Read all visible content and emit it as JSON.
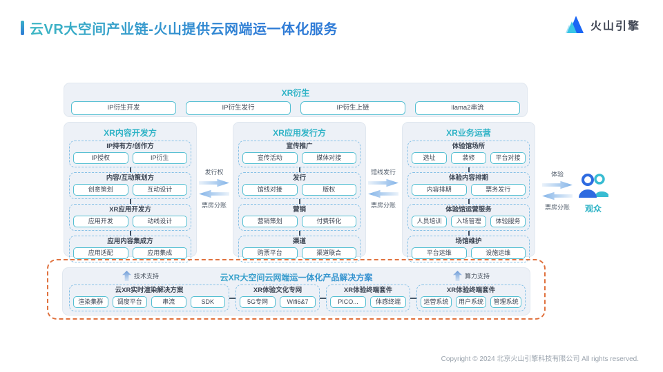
{
  "page": {
    "title": "云VR大空间产业链-火山提供云网端运一体化服务",
    "copyright": "Copyright © 2024 北京火山引擎科技有限公司 All rights reserved."
  },
  "logo": {
    "text": "火山引擎"
  },
  "colors": {
    "accent_teal": "#2fb3c6",
    "accent_blue": "#2e7bd6",
    "brand_blue": "#1a66f4",
    "dashed_orange": "#e0713d"
  },
  "derivative": {
    "title": "XR衍生",
    "items": [
      "IP衍生开发",
      "IP衍生发行",
      "IP衍生上链",
      "llama2串流"
    ]
  },
  "columns": [
    {
      "title": "XR内容开发方",
      "groups": [
        {
          "title": "IP持有方/创作方",
          "items": [
            "IP授权",
            "IP衍生"
          ]
        },
        {
          "title": "内容/互动策划方",
          "items": [
            "创意策划",
            "互动设计"
          ]
        },
        {
          "title": "XR应用开发方",
          "items": [
            "应用开发",
            "动线设计"
          ]
        },
        {
          "title": "应用内容集成方",
          "items": [
            "应用适配",
            "应用集成"
          ]
        }
      ]
    },
    {
      "title": "XR应用发行方",
      "groups": [
        {
          "title": "宣传推广",
          "items": [
            "宣传活动",
            "媒体对接"
          ]
        },
        {
          "title": "发行",
          "items": [
            "馆线对接",
            "版权"
          ]
        },
        {
          "title": "营销",
          "items": [
            "营销策划",
            "付费转化"
          ]
        },
        {
          "title": "渠道",
          "items": [
            "购票平台",
            "渠道联合"
          ]
        }
      ]
    },
    {
      "title": "XR业务运营",
      "groups": [
        {
          "title": "体验馆场所",
          "items": [
            "选址",
            "装修",
            "平台对接"
          ]
        },
        {
          "title": "体验内容排期",
          "items": [
            "内容排期",
            "票务发行"
          ]
        },
        {
          "title": "体验馆运营服务",
          "items": [
            "人员培训",
            "入场管理",
            "体验服务"
          ]
        },
        {
          "title": "场馆维护",
          "items": [
            "平台运维",
            "设施运维"
          ]
        }
      ]
    }
  ],
  "flows": [
    {
      "top": "发行权",
      "bottom": "票房分账"
    },
    {
      "top": "馆线发行",
      "bottom": "票房分账"
    },
    {
      "top": "体验",
      "bottom": "票房分账"
    }
  ],
  "audience": {
    "label": "观众"
  },
  "solution": {
    "title": "云XR大空间云网端运一体化产品解决方案",
    "support_left": "技术支持",
    "support_right": "算力支持",
    "groups": [
      {
        "title": "云XR实时渲染解决方案",
        "items": [
          "渲染集群",
          "调度平台",
          "串流",
          "SDK"
        ]
      },
      {
        "title": "XR体验文化专网",
        "items": [
          "5G专网",
          "Wifi6&7"
        ]
      },
      {
        "title": "XR体验终端套件",
        "items": [
          "PICO...",
          "体感终端"
        ]
      },
      {
        "title": "XR体验终端套件",
        "items": [
          "运营系统",
          "用户系统",
          "管理系统"
        ]
      }
    ]
  }
}
